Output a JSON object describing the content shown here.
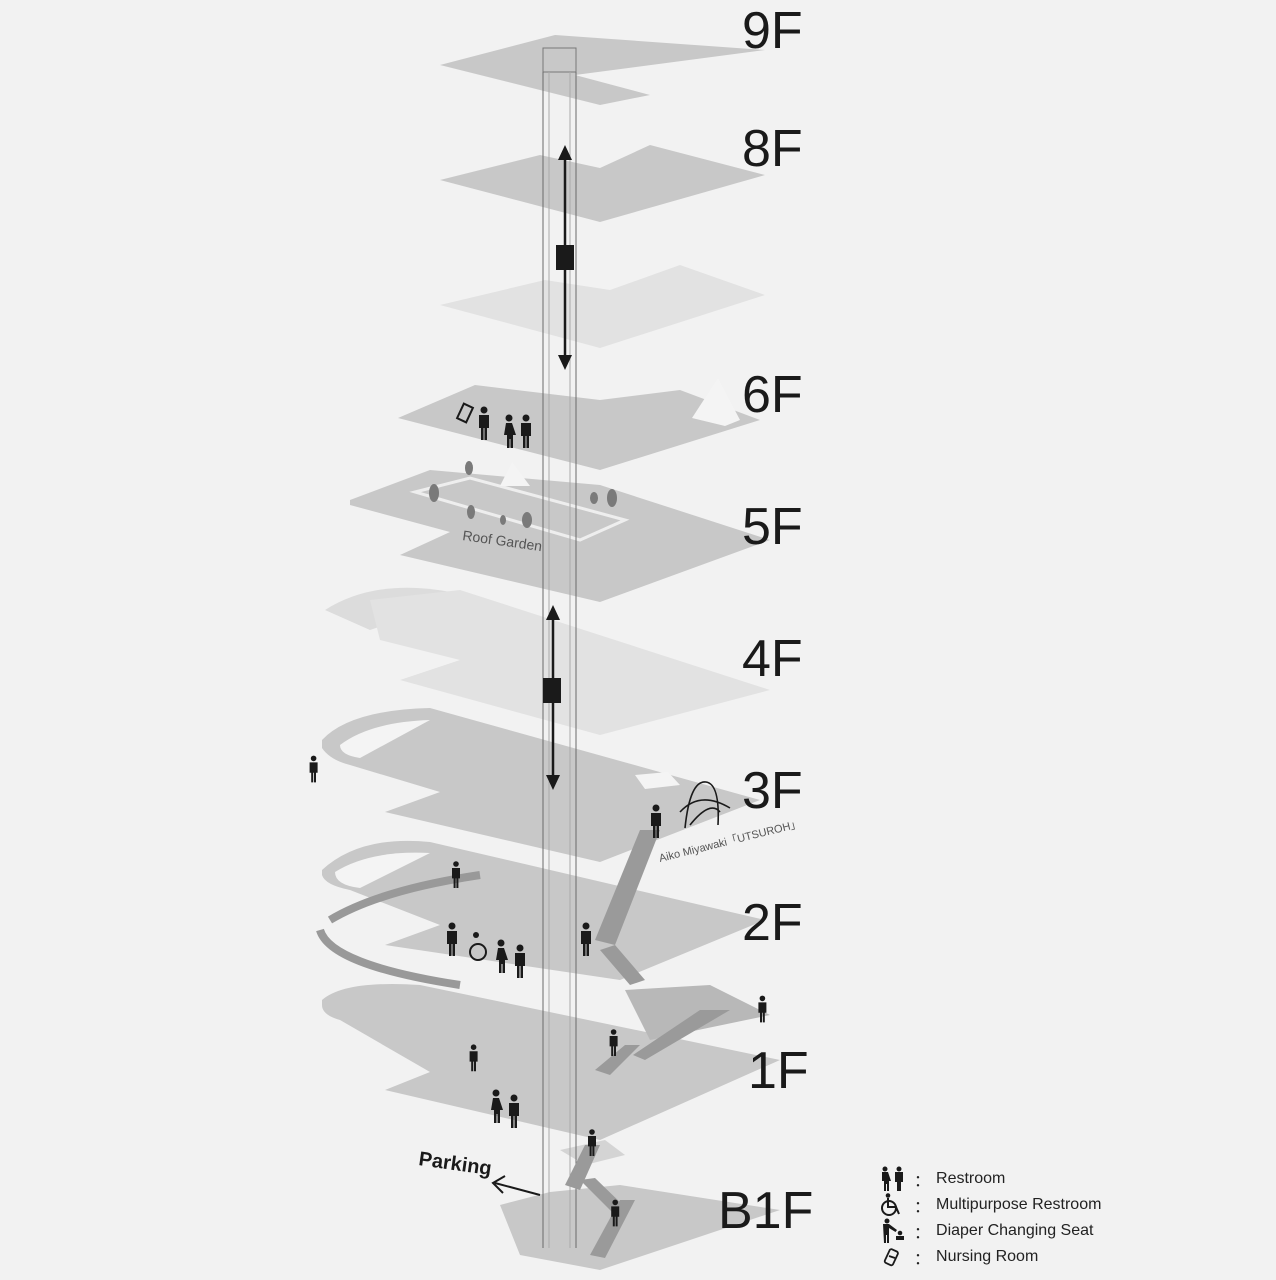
{
  "floors": [
    "9F",
    "8F",
    "6F",
    "5F",
    "4F",
    "3F",
    "2F",
    "1F",
    "B1F"
  ],
  "labels": {
    "roof_garden": "Roof Garden",
    "artwork": "Aiko Miyawaki「UTSUROH」",
    "parking": "Parking"
  },
  "legend": [
    {
      "icon": "restroom-icon",
      "label": "Restroom"
    },
    {
      "icon": "wheelchair-icon",
      "label": "Multipurpose Restroom"
    },
    {
      "icon": "diaper-changing-icon",
      "label": "Diaper Changing Seat"
    },
    {
      "icon": "nursing-room-icon",
      "label": "Nursing Room"
    }
  ],
  "legend_separator": "：",
  "colors": {
    "floor": "#c8c8c8",
    "floor_light": "#e2e2e2",
    "ink": "#1a1a1a",
    "background": "#f2f2f2"
  }
}
